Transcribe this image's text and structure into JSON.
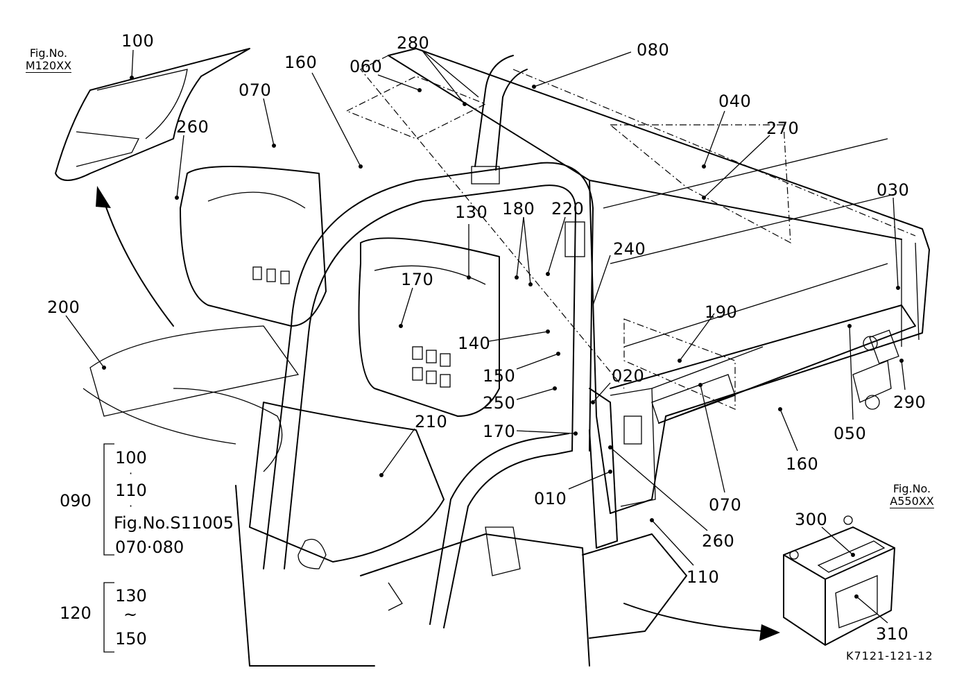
{
  "figure_refs": {
    "top_left": {
      "label": "Fig.No.",
      "code": "M120XX"
    },
    "battery": {
      "label": "Fig.No.",
      "code": "A550XX"
    }
  },
  "callouts": {
    "c100": "100",
    "c280": "280",
    "c080": "080",
    "c160a": "160",
    "c060": "060",
    "c070a": "070",
    "c040": "040",
    "c270": "270",
    "c260a": "260",
    "c030": "030",
    "c130": "130",
    "c180": "180",
    "c220": "220",
    "c240": "240",
    "c200": "200",
    "c170a": "170",
    "c190": "190",
    "c140": "140",
    "c150": "150",
    "c020": "020",
    "c250": "250",
    "c290": "290",
    "c050": "050",
    "c210": "210",
    "c170b": "170",
    "c160b": "160",
    "c010": "010",
    "c070b": "070",
    "c260b": "260",
    "c110": "110",
    "c300": "300",
    "c310": "310"
  },
  "groups": {
    "g090": {
      "id": "090",
      "items": [
        "100",
        "·",
        "110",
        "·",
        "Fig.No.S11005",
        "070·080"
      ]
    },
    "g120": {
      "id": "120",
      "items": [
        "130",
        "~",
        "150"
      ]
    }
  },
  "drawing_code": "K7121-121-12"
}
